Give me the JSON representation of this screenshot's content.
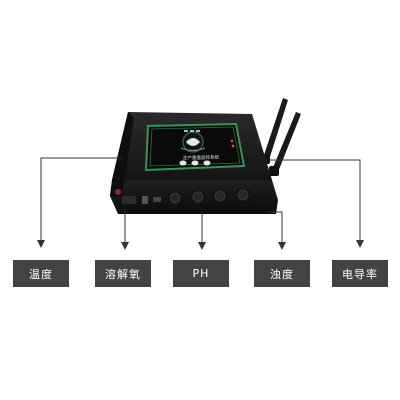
{
  "device": {
    "panel_text": "生产墨墨监控系统"
  },
  "labels": [
    "温度",
    "溶解氧",
    "PH",
    "浊度",
    "电导率"
  ],
  "colors": {
    "background": "#ffffff",
    "label_bg": "#434343",
    "label_text": "#ffffff",
    "connector_line": "#333333",
    "device_body": "#1b1b1b",
    "panel_border": "#3c8f5a",
    "antenna": "#1a1a1a"
  }
}
